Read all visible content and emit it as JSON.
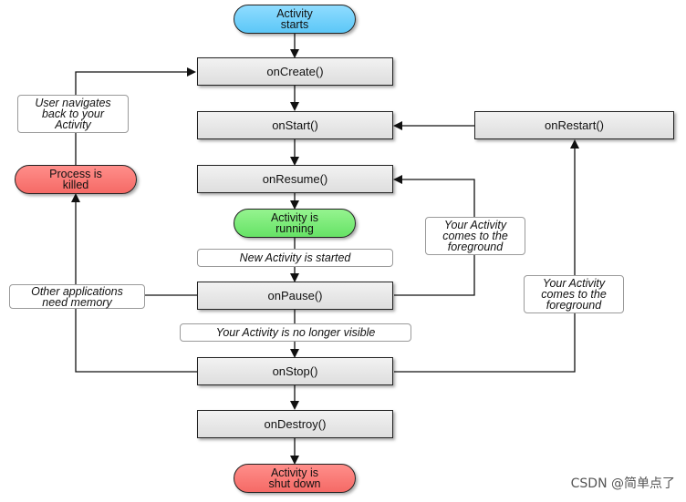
{
  "nodes": {
    "activity_starts": "Activity\nstarts",
    "on_create": "onCreate()",
    "on_start": "onStart()",
    "on_restart": "onRestart()",
    "on_resume": "onResume()",
    "activity_running": "Activity is\nrunning",
    "on_pause": "onPause()",
    "on_stop": "onStop()",
    "on_destroy": "onDestroy()",
    "activity_shut_down": "Activity is\nshut down",
    "process_killed": "Process is\nkilled"
  },
  "notes": {
    "user_navigates_back": "User navigates\nback to your\nActivity",
    "new_activity_started": "New Activity is started",
    "no_longer_visible": "Your Activity is no longer visible",
    "other_apps_need_memory": "Other applications\nneed memory",
    "comes_to_foreground_from_pause": "Your Activity\ncomes to the\nforeground",
    "comes_to_foreground_from_stop": "Your Activity\ncomes to the\nforeground"
  },
  "watermark": "CSDN @简单点了",
  "colors": {
    "start": "#6ccff9",
    "running": "#77ea74",
    "terminal": "#f77b77",
    "box": "#e6e6e6",
    "line": "#111111"
  }
}
